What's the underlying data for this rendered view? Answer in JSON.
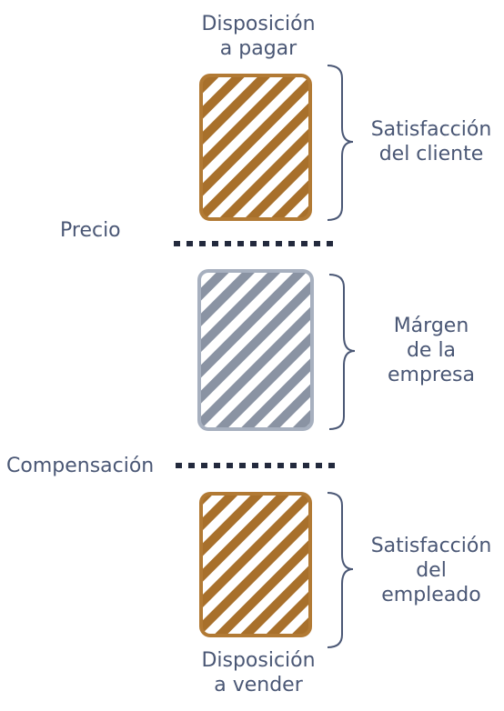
{
  "labels": {
    "willingness_to_pay": [
      "Disposición",
      "a pagar"
    ],
    "customer_satisfaction": [
      "Satisfacción",
      "del cliente"
    ],
    "price": "Precio",
    "company_margin": [
      "Márgen",
      "de la",
      "empresa"
    ],
    "compensation": "Compensación",
    "employee_satisfaction": [
      "Satisfacción",
      "del",
      "empleado"
    ],
    "willingness_to_sell": [
      "Disposición",
      "a vender"
    ]
  },
  "colors": {
    "text": "#4a5775",
    "brown_fill": "#a8702b",
    "brown_stroke": "#b27a34",
    "gray_fill": "#8a93a3",
    "gray_stroke": "#a7b0bf",
    "dash_line": "#232a3d",
    "brace": "#4a5775"
  }
}
